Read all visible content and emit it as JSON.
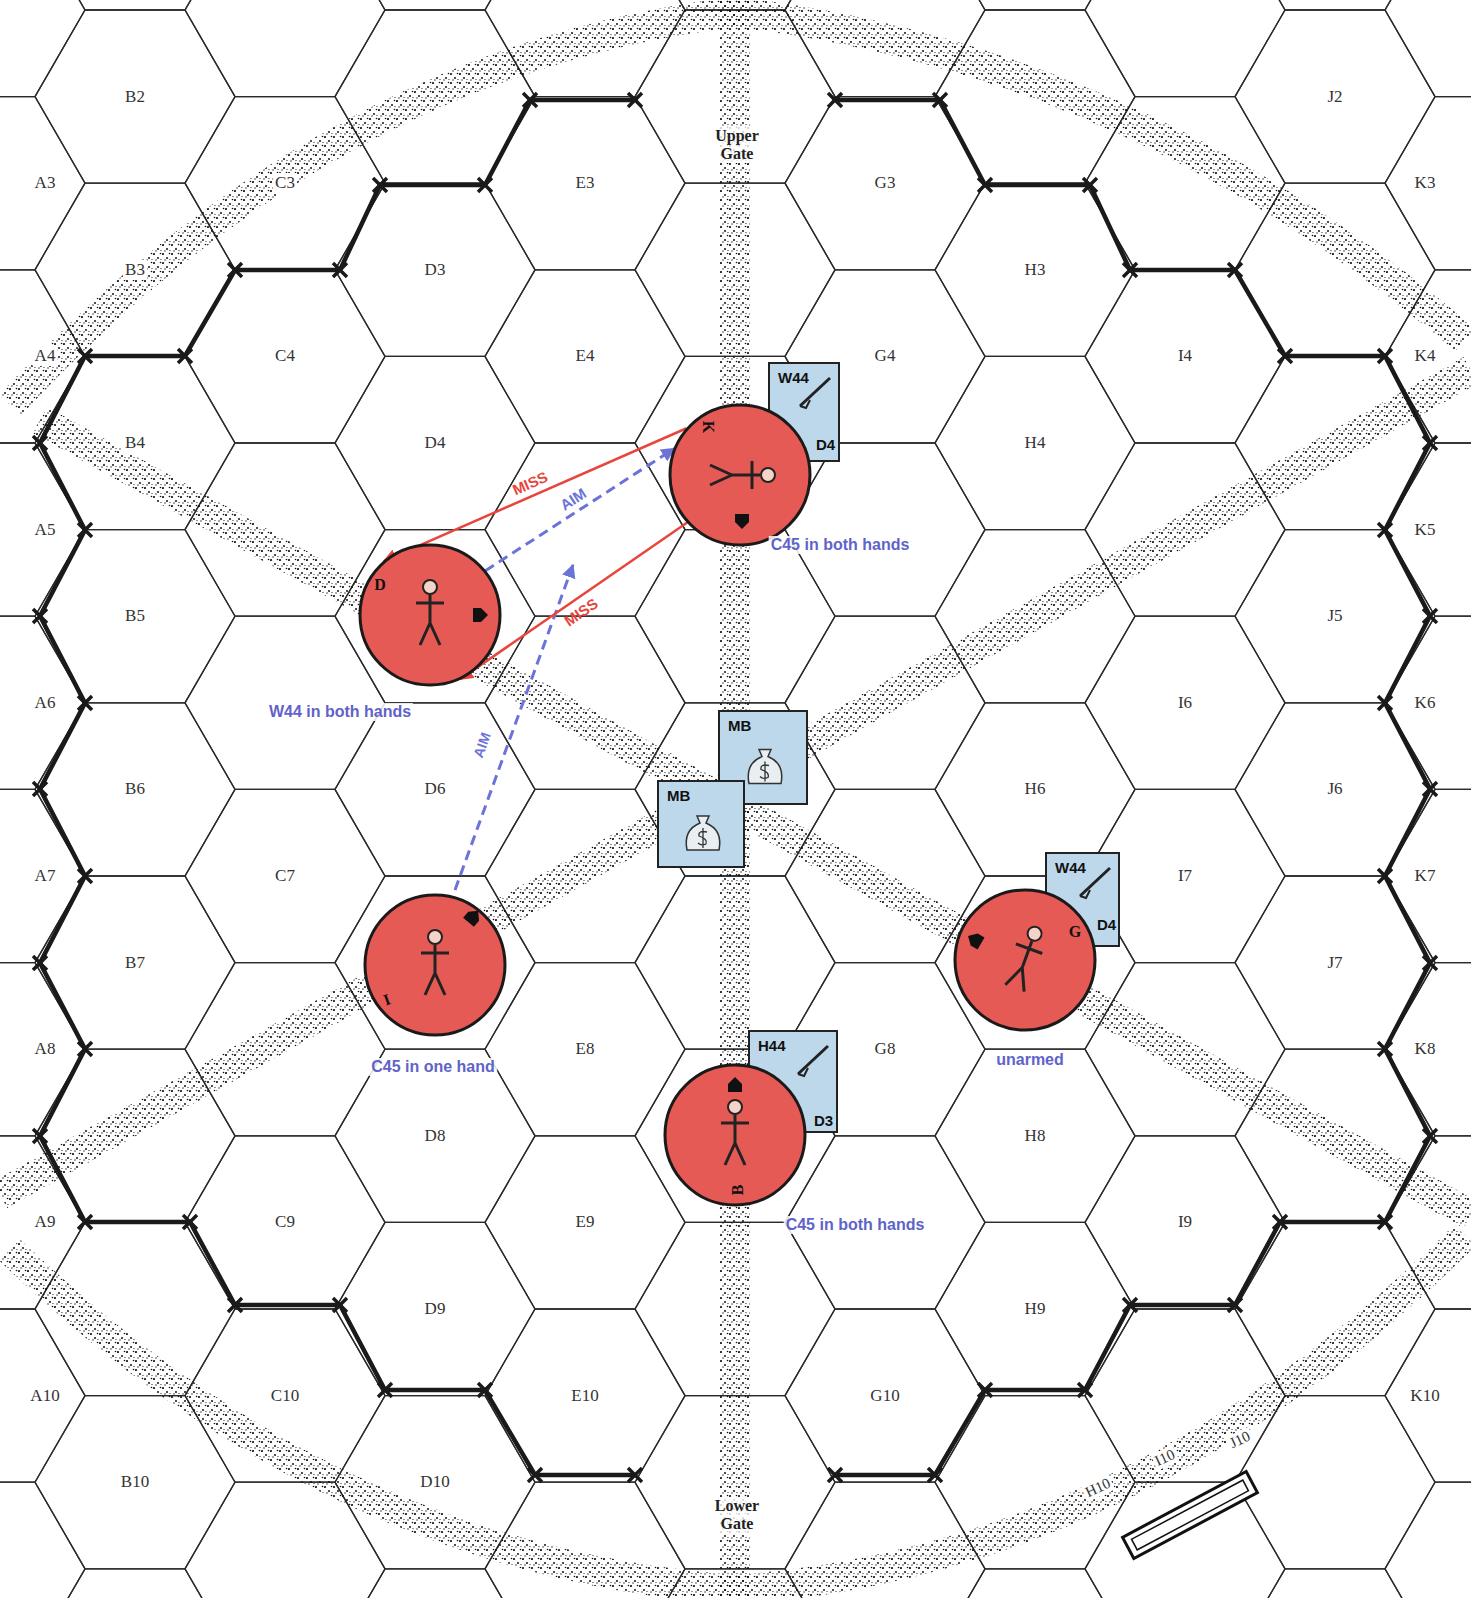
{
  "diagram": {
    "nodes": [
      {
        "text": [
          "K",
          "C45 in both hands"
        ]
      },
      {
        "text": [
          "W44",
          "D4"
        ]
      },
      {
        "text": [
          "D",
          "W44 in both hands"
        ]
      },
      {
        "text": [
          "MB"
        ]
      },
      {
        "text": [
          "MB"
        ]
      },
      {
        "text": [
          "I",
          "C45 in one hand"
        ]
      },
      {
        "text": [
          "W44",
          "D4"
        ]
      },
      {
        "text": [
          "G",
          "unarmed"
        ]
      },
      {
        "text": [
          "H44",
          "D3"
        ]
      },
      {
        "text": [
          "B",
          "C45 in both hands"
        ]
      }
    ],
    "edges": [
      {
        "from": 2,
        "to": 0,
        "arrow": "to",
        "label": "AIM"
      },
      {
        "from": 0,
        "to": 2,
        "arrow": "to",
        "label": "MISS"
      },
      {
        "from": 0,
        "to": 2,
        "arrow": "to",
        "label": "MISS"
      }
    ],
    "labels": [
      "B2",
      "J2",
      "A3",
      "C3",
      "E3",
      "G3",
      "K3",
      "B3",
      "D3",
      "H3",
      "A4",
      "C4",
      "E4",
      "G4",
      "I4",
      "K4",
      "B4",
      "D4",
      "H4",
      "A5",
      "K5",
      "B5",
      "J5",
      "A6",
      "I6",
      "K6",
      "B6",
      "D6",
      "H6",
      "J6",
      "A7",
      "C7",
      "I7",
      "K7",
      "B7",
      "J7",
      "A8",
      "E8",
      "G8",
      "K8",
      "D8",
      "H8",
      "A9",
      "C9",
      "E9",
      "I9",
      "D9",
      "H9",
      "A10",
      "C10",
      "E10",
      "G10",
      "K10",
      "B10",
      "D10",
      "H10",
      "I10",
      "J10",
      "Upper Gate",
      "Lower Gate",
      "AIM"
    ]
  }
}
